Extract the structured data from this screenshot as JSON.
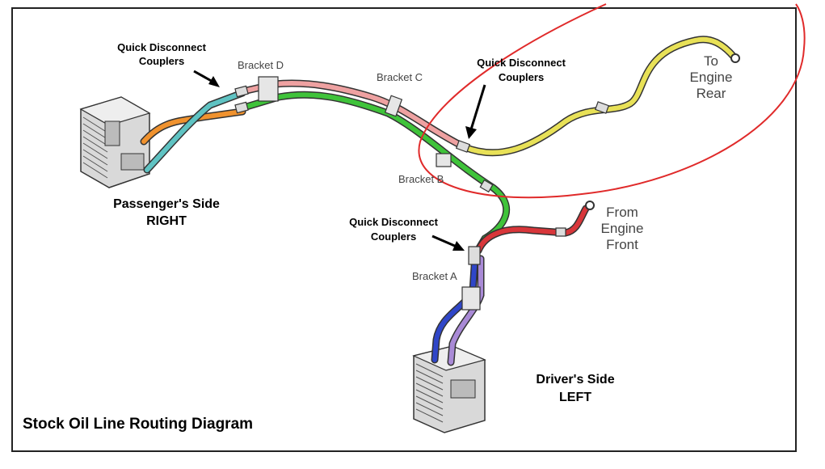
{
  "diagram": {
    "title": "Stock Oil Line Routing Diagram",
    "labels": {
      "qd_couplers_1_line1": "Quick Disconnect",
      "qd_couplers_1_line2": "Couplers",
      "qd_couplers_2_line1": "Quick Disconnect",
      "qd_couplers_2_line2": "Couplers",
      "qd_couplers_3_line1": "Quick Disconnect",
      "qd_couplers_3_line2": "Couplers",
      "bracket_a": "Bracket A",
      "bracket_b": "Bracket B",
      "bracket_c": "Bracket C",
      "bracket_d": "Bracket D",
      "passenger_line1": "Passenger's Side",
      "passenger_line2": "RIGHT",
      "driver_line1": "Driver's Side",
      "driver_line2": "LEFT",
      "to_engine_1": "To",
      "to_engine_2": "Engine",
      "to_engine_3": "Rear",
      "from_engine_1": "From",
      "from_engine_2": "Engine",
      "from_engine_3": "Front"
    },
    "colors": {
      "frame": "#222222",
      "orange_line": "#f0922e",
      "teal_line": "#5fc3c3",
      "pink_line": "#eea1a1",
      "green_line": "#3fc33a",
      "yellow_line": "#e8e157",
      "red_line": "#d8363a",
      "blue_line": "#2f46c8",
      "purple_line": "#a98ad6",
      "highlight_circle": "#e02a2a",
      "cooler": "#c9c9c9"
    }
  }
}
